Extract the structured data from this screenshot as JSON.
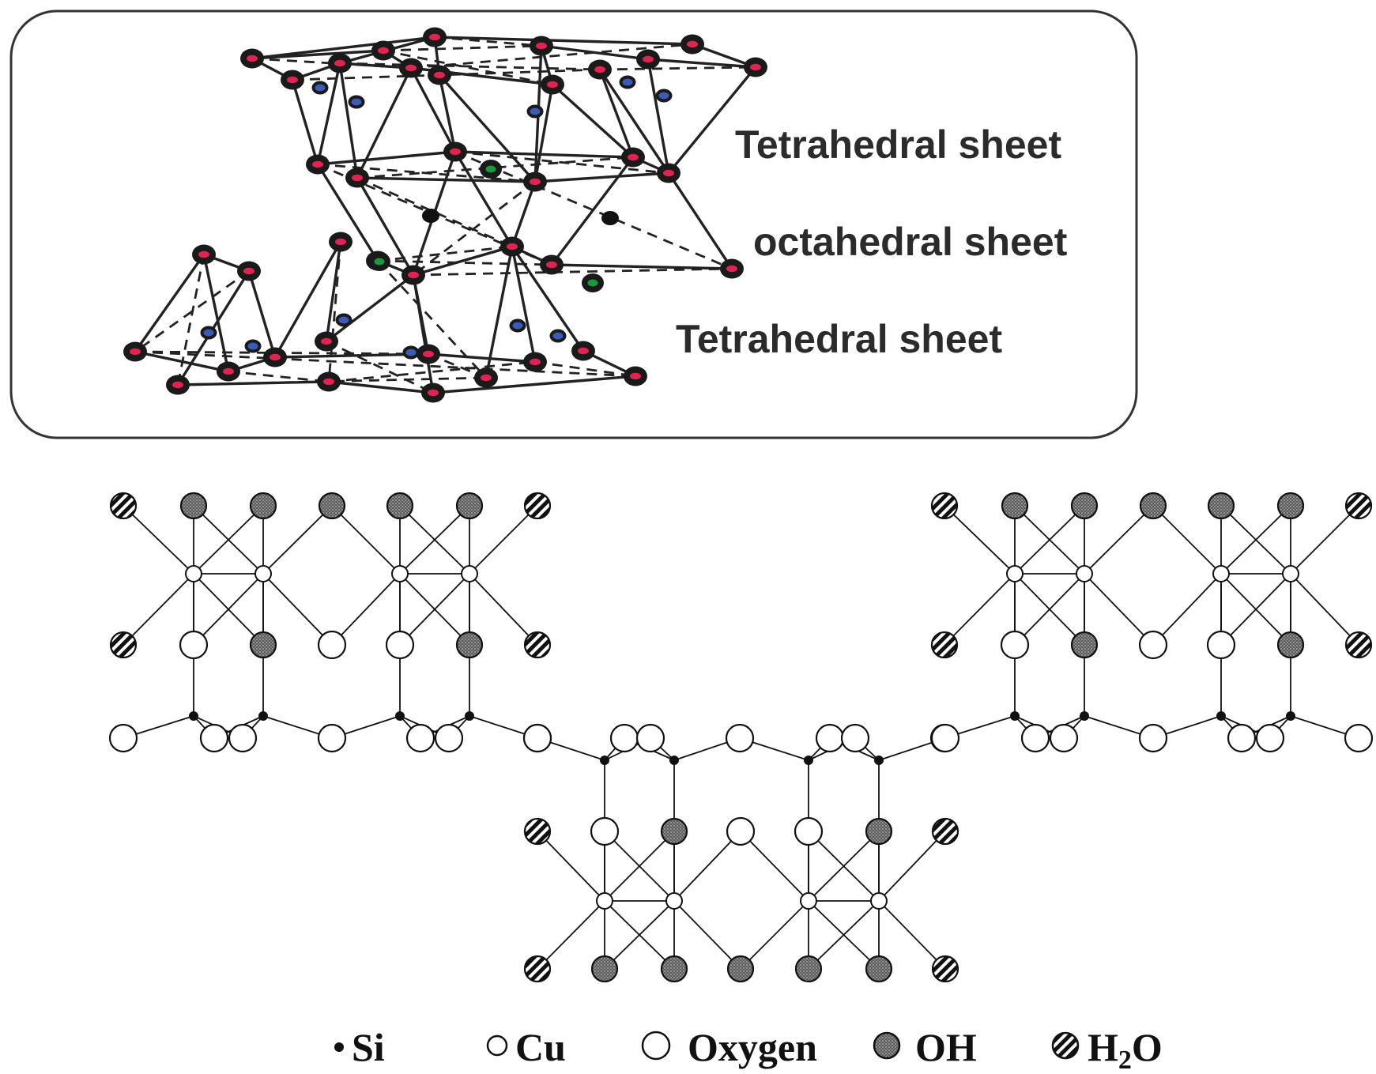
{
  "panel_top": {
    "labels": {
      "tetra_upper": "Tetrahedral sheet",
      "octa": "octahedral sheet",
      "tetra_lower": "Tetrahedral sheet"
    },
    "colors": {
      "frame": "#333333",
      "bond": "#222222",
      "oxygen_outer": "#1a1a1a",
      "oxygen_core": "#e0234f",
      "silicon": "#3a5bb8",
      "octahedral_cation": "#1a9a3a",
      "central_atom": "#111111"
    }
  },
  "panel_bottom": {
    "colors": {
      "bond": "#111111",
      "open_fill": "#ffffff",
      "oh_fill": "#6a6a6a",
      "h2o_stripe": "#111111"
    }
  },
  "legend": {
    "items": [
      {
        "symbol": "si-dot",
        "label": "Si"
      },
      {
        "symbol": "cu-circle",
        "label": "Cu"
      },
      {
        "symbol": "oxygen-circle",
        "label": "Oxygen"
      },
      {
        "symbol": "oh-circle",
        "label": "OH"
      },
      {
        "symbol": "h2o-circle",
        "label": "H",
        "subscript": "2",
        "suffix": "O"
      }
    ]
  }
}
